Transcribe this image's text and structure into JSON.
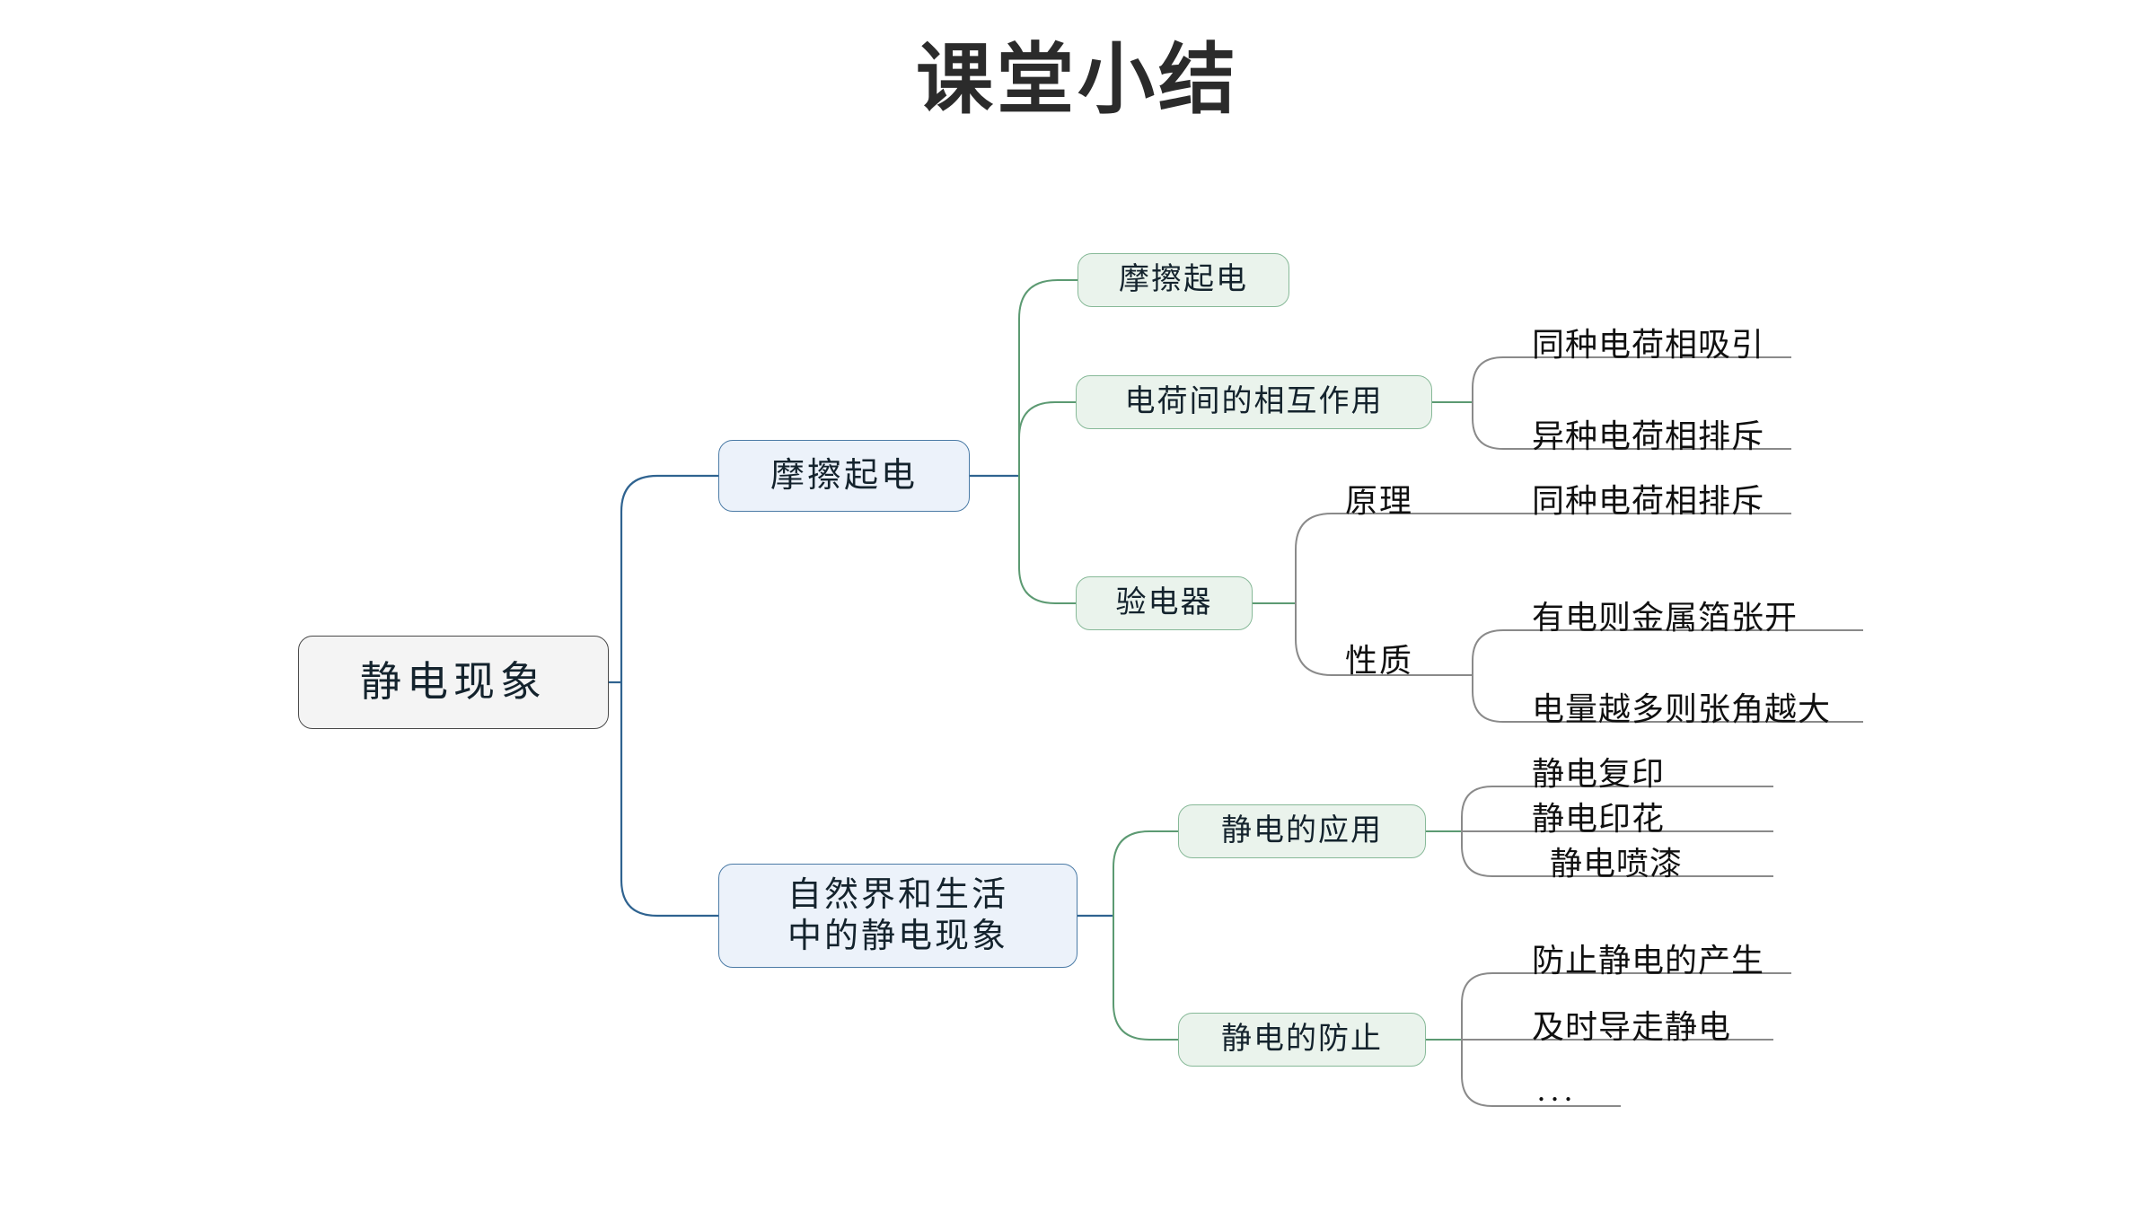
{
  "page": {
    "title": "课堂小结",
    "background_color": "#ffffff",
    "title_color": "#2b2b2b"
  },
  "theme": {
    "root_fill": "#f4f4f4",
    "root_stroke": "#4a4a4a",
    "branch_fill": "#ecf2fa",
    "branch_stroke": "#4b7ba6",
    "topic_fill": "#eaf3ec",
    "topic_stroke": "#87b998",
    "leaf_line": "#8a8a8a",
    "text_color": "#14232d"
  },
  "mindmap": {
    "type": "mindmap",
    "root": {
      "label": "静电现象",
      "children": [
        {
          "label": "摩擦起电",
          "children": [
            {
              "label": "摩擦起电",
              "children": []
            },
            {
              "label": "电荷间的相互作用",
              "children": [
                {
                  "label": "同种电荷相吸引"
                },
                {
                  "label": "异种电荷相排斥"
                }
              ]
            },
            {
              "label": "验电器",
              "children": [
                {
                  "edge_label": "原理",
                  "items": [
                    {
                      "label": "同种电荷相排斥"
                    }
                  ]
                },
                {
                  "edge_label": "性质",
                  "items": [
                    {
                      "label": "有电则金属箔张开"
                    },
                    {
                      "label": "电量越多则张角越大"
                    }
                  ]
                }
              ]
            }
          ]
        },
        {
          "label": "自然界和生活\n中的静电现象",
          "children": [
            {
              "label": "静电的应用",
              "children": [
                {
                  "label": "静电复印"
                },
                {
                  "label": "静电印花"
                },
                {
                  "label": "静电喷漆"
                }
              ]
            },
            {
              "label": "静电的防止",
              "children": [
                {
                  "label": "防止静电的产生"
                },
                {
                  "label": "及时导走静电"
                },
                {
                  "label": "..."
                }
              ]
            }
          ]
        }
      ]
    }
  },
  "nodes": {
    "root": "静电现象",
    "branch_friction": "摩擦起电",
    "branch_nature": "自然界和生活\n中的静电现象",
    "topic_friction": "摩擦起电",
    "topic_interaction": "电荷间的相互作用",
    "topic_electroscope": "验电器",
    "topic_application": "静电的应用",
    "topic_prevention": "静电的防止"
  },
  "edge_labels": {
    "principle": "原理",
    "property": "性质"
  },
  "leaves": {
    "interaction_1": "同种电荷相吸引",
    "interaction_2": "异种电荷相排斥",
    "principle_1": "同种电荷相排斥",
    "property_1": "有电则金属箔张开",
    "property_2": "电量越多则张角越大",
    "application_1": "静电复印",
    "application_2": "静电印花",
    "application_3": "静电喷漆",
    "prevention_1": "防止静电的产生",
    "prevention_2": "及时导走静电",
    "prevention_3": "..."
  }
}
